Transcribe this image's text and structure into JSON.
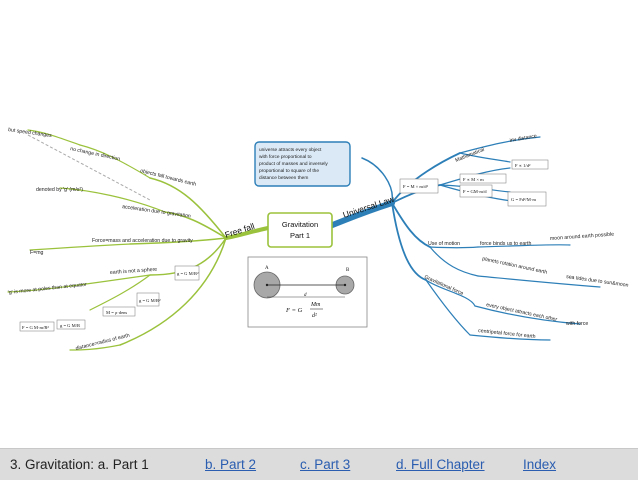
{
  "central": {
    "title": "Gravitation",
    "subtitle": "Part 1"
  },
  "branches": {
    "left": "Free fall",
    "right": "Universal Law"
  },
  "callout": {
    "lines": [
      "universe attracts every object",
      "with force proportional to",
      "product of masses and inversely",
      "proportional to square of the",
      "distance between them"
    ]
  },
  "figure": {
    "label_a": "A",
    "label_b": "B",
    "label_d": "d",
    "eq_lhs": "F = G",
    "eq_num": "Mm",
    "eq_den": "d²"
  },
  "left_nodes": {
    "speed_changes": "but speed changes",
    "no_change_direction": "no change in direction",
    "fall_toward_earth": "objects fall towards earth",
    "denoted_g": "denoted by 'g' (m/s²)",
    "accel_gravitation": "acceleration due to gravitation",
    "force_mass_accel": "Force=mass and acceleration due to gravity",
    "f_mg": "F=mg",
    "earth_not_sphere": "earth is not a sphere",
    "g_more_poles": "'g' is more at poles than at equator",
    "distance_radius": "distance=radius of earth"
  },
  "left_formulas": {
    "g_eq": "g = G M/R²",
    "g_small": "g = G M/R²",
    "m_dense": "M = ρ·dens",
    "g_r": "g = G M/R",
    "f_bottom": "F = G M·m/R²"
  },
  "right_nodes": {
    "mathematical": "Mathematical",
    "inv_distance": "inv distance",
    "use_of_motion": "Use of motion",
    "force_binds": "force binds us to earth",
    "moon_earth": "moon around earth possible",
    "planets_sun": "planets rotation around earth",
    "sea_tides": "sea tides due to sun&moon",
    "gravitational_force": "Gravitational force",
    "every_object": "every object attracts each other",
    "with_force": "with force",
    "centripetal": "centripetal force for earth"
  },
  "right_formulas": {
    "f_main": "F = M × m/d²",
    "f_prop": "F ∝ 1/d²",
    "f_mass": "F ∝ M × m",
    "f_gmm": "F = GM·m/d",
    "g_eq": "G = Fd²/M·m"
  },
  "footer": {
    "current": "3. Gravitation: a. Part 1",
    "links": [
      "b. Part 2",
      "c. Part 3",
      "d. Full Chapter",
      "Index"
    ]
  },
  "colors": {
    "left_branch": "#9bc23c",
    "right_branch": "#2d7fb8",
    "callout_fill": "#dbe9f6",
    "callout_border": "#2d7fb8",
    "central_border": "#9bc23c",
    "footer_bg": "#dcdcdc",
    "link": "#2a5db0"
  }
}
